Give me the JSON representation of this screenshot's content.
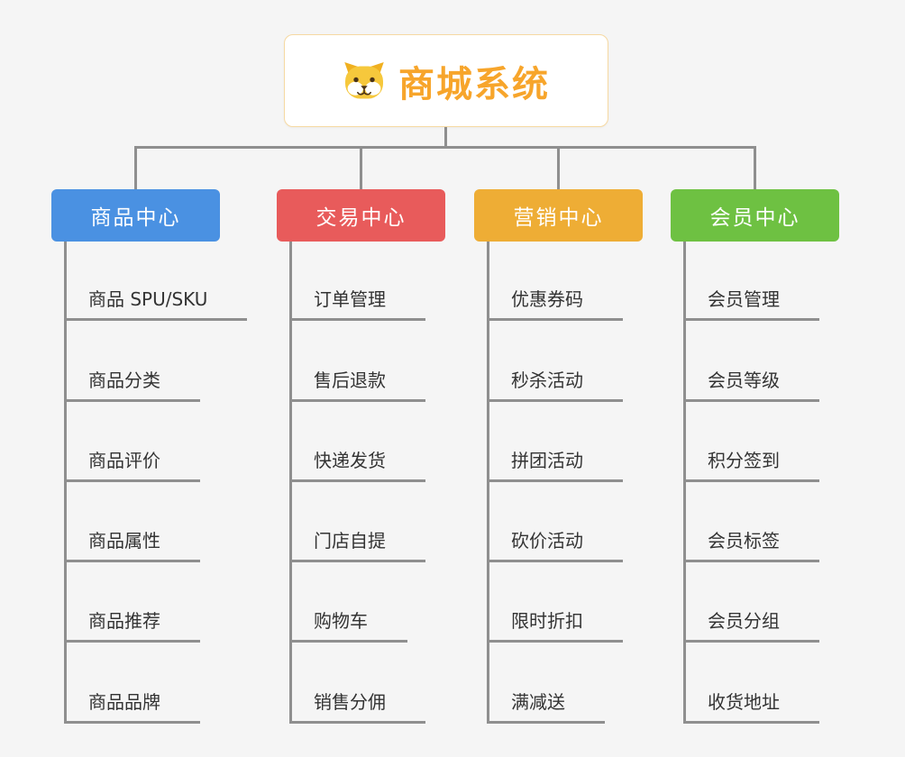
{
  "root": {
    "title": "商城系统",
    "accent_color": "#f7a52b",
    "icon": "dog-face-icon"
  },
  "connector_color": "#8f8f8f",
  "branches": [
    {
      "label": "商品中心",
      "color": "#4a91e2",
      "children": [
        "商品 SPU/SKU",
        "商品分类",
        "商品评价",
        "商品属性",
        "商品推荐",
        "商品品牌"
      ]
    },
    {
      "label": "交易中心",
      "color": "#e85b5b",
      "children": [
        "订单管理",
        "售后退款",
        "快递发货",
        "门店自提",
        "购物车",
        "销售分佣"
      ]
    },
    {
      "label": "营销中心",
      "color": "#eead35",
      "children": [
        "优惠券码",
        "秒杀活动",
        "拼团活动",
        "砍价活动",
        "限时折扣",
        "满减送"
      ]
    },
    {
      "label": "会员中心",
      "color": "#6ec142",
      "children": [
        "会员管理",
        "会员等级",
        "积分签到",
        "会员标签",
        "会员分组",
        "收货地址"
      ]
    }
  ]
}
